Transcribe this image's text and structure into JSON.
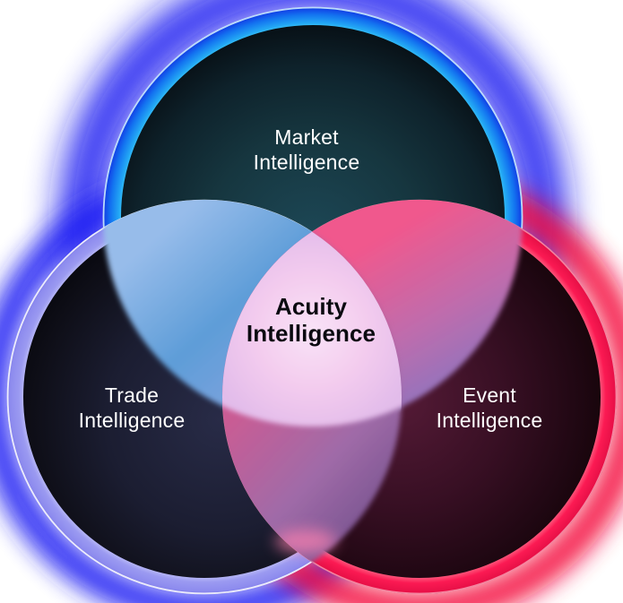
{
  "background_color": "#FFFFFF",
  "diagram": {
    "type": "venn-3",
    "circles": {
      "market": {
        "label_line1": "Market",
        "label_line2": "Intelligence",
        "text_color": "#FFFFFF",
        "ring_color": "#23A7F4",
        "ring_highlight": "#46D4FA",
        "glow_color": "#1217F0",
        "fill_center": "#1D4857",
        "fill_edge": "#081117"
      },
      "trade": {
        "label_line1": "Trade",
        "label_line2": "Intelligence",
        "text_color": "#FFFFFF",
        "ring_color": "#9B9AF1",
        "ring_highlight": "#FFFFFF",
        "glow_color": "#2220F3",
        "fill_center": "#282B47",
        "fill_edge": "#090910"
      },
      "event": {
        "label_line1": "Event",
        "label_line2": "Intelligence",
        "text_color": "#FFFFFF",
        "ring_color": "#FB1A53",
        "ring_highlight": "#FF5A7E",
        "glow_color": "#F40D40",
        "fill_center": "#541A36",
        "fill_edge": "#150508"
      }
    },
    "overlaps": {
      "market_trade": {
        "color_from": "#97BCEA",
        "color_to": "#5E9DD8"
      },
      "market_event": {
        "color_from": "#F0588D",
        "color_to": "#8F74BE"
      },
      "trade_event": {
        "color_from": "#C95C94",
        "color_to": "#6F4E8A"
      },
      "center": {
        "label_line1": "Acuity",
        "label_line2": "Intelligence",
        "text_color": "#0A0A10",
        "fill_center": "#F9E3F7",
        "fill_edge": "#E2BCEA"
      }
    }
  }
}
